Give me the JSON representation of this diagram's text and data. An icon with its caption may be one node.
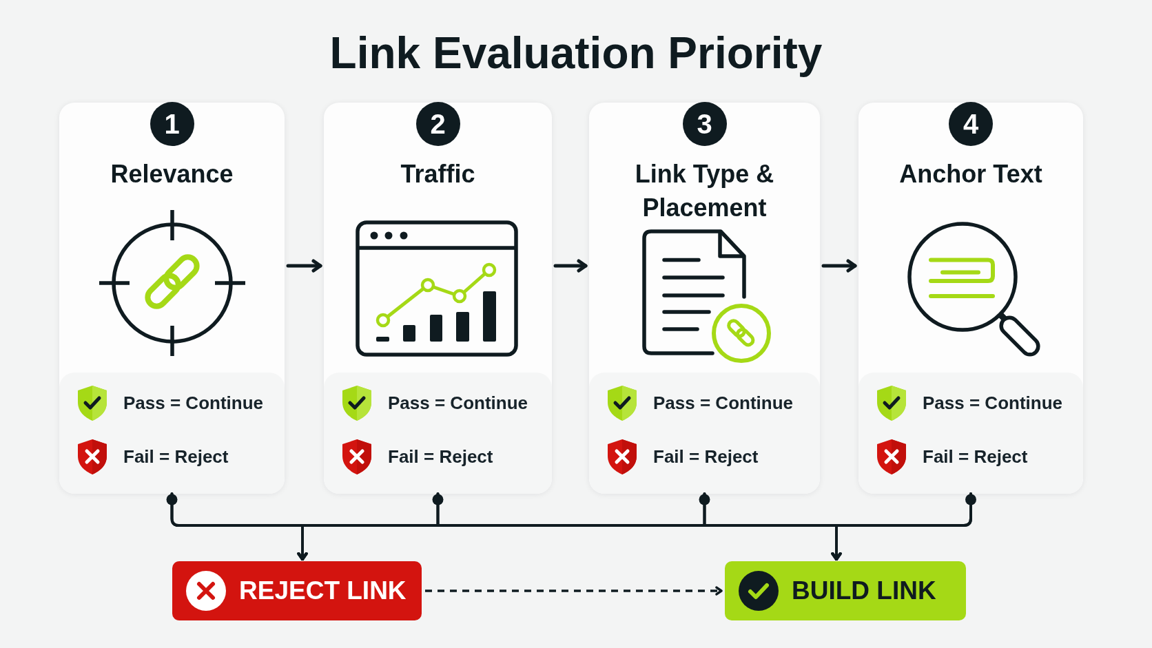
{
  "diagram": {
    "title": "Link Evaluation Priority",
    "nodes": [
      {
        "text": [
          "Relevance"
        ]
      },
      {
        "text": [
          "1"
        ],
        "in": 0
      },
      {
        "text": [
          "Pass = Continue",
          "Fail = Reject"
        ],
        "in": 0
      },
      {
        "text": [
          "Traffic"
        ]
      },
      {
        "text": [
          "2"
        ],
        "in": 3
      },
      {
        "text": [
          "Pass = Continue",
          "Fail = Reject"
        ],
        "in": 3
      },
      {
        "text": [
          "Link Type & Placement"
        ]
      },
      {
        "text": [
          "3"
        ],
        "in": 6
      },
      {
        "text": [
          "Pass = Continue",
          "Fail = Reject"
        ],
        "in": 6
      },
      {
        "text": [
          "Anchor Text"
        ]
      },
      {
        "text": [
          "4"
        ],
        "in": 9
      },
      {
        "text": [
          "Pass = Continue",
          "Fail = Reject"
        ],
        "in": 9
      },
      {
        "text": [
          "REJECT LINK"
        ]
      },
      {
        "text": [
          "BUILD LINK"
        ]
      }
    ],
    "edges": [
      {
        "from": 0,
        "to": 3,
        "arrow": "to"
      },
      {
        "from": 3,
        "to": 6,
        "arrow": "to"
      },
      {
        "from": 6,
        "to": 9,
        "arrow": "to"
      },
      {
        "from": 0,
        "to": 12,
        "arrow": "to"
      },
      {
        "from": 0,
        "to": 13,
        "arrow": "to"
      },
      {
        "from": 3,
        "to": 12,
        "arrow": "to"
      },
      {
        "from": 3,
        "to": 13,
        "arrow": "to"
      },
      {
        "from": 6,
        "to": 12,
        "arrow": "to"
      },
      {
        "from": 6,
        "to": 13,
        "arrow": "to"
      },
      {
        "from": 9,
        "to": 12,
        "arrow": "to"
      },
      {
        "from": 9,
        "to": 13,
        "arrow": "to"
      },
      {
        "from": 12,
        "to": 13,
        "arrow": "to",
        "style": "dashed"
      }
    ]
  }
}
